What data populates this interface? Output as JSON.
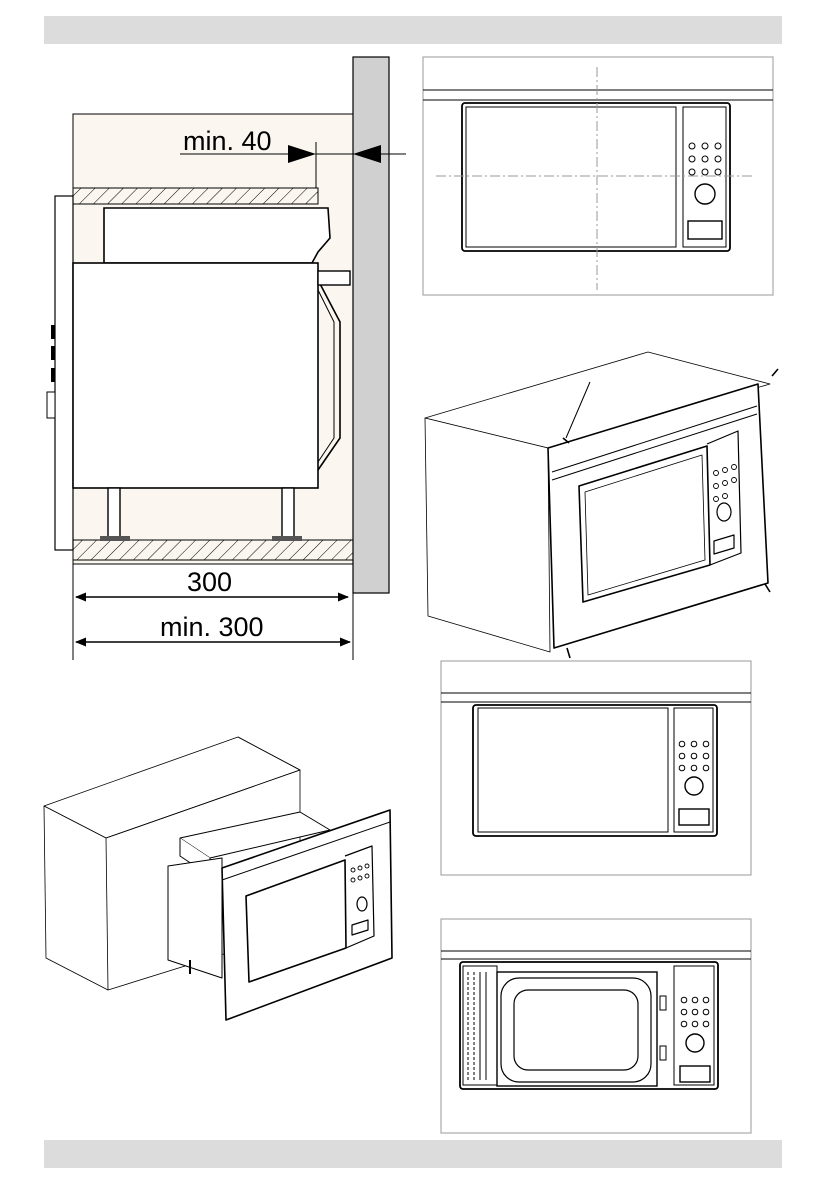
{
  "dimensions": {
    "gap_label": "min. 40",
    "depth_label": "300",
    "min_depth_label": "min. 300"
  },
  "colors": {
    "header_bar": "#dcdcdc",
    "cabinet_fill": "#fbf7f0",
    "wall_fill": "#d0d0d0",
    "line": "#000000"
  }
}
